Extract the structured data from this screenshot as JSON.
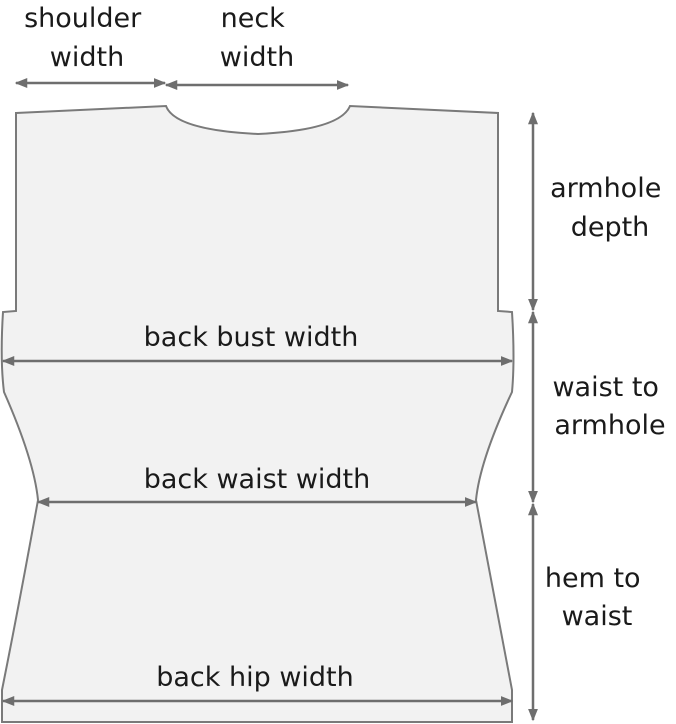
{
  "labels": {
    "shoulder_width": [
      "shoulder",
      "width"
    ],
    "neck_width": [
      "neck",
      "width"
    ],
    "armhole_depth": [
      "armhole",
      "depth"
    ],
    "waist_to_armhole": [
      "waist to",
      "armhole"
    ],
    "hem_to_waist": [
      "hem to",
      "waist"
    ],
    "back_bust_width": "back bust width",
    "back_waist_width": "back waist width",
    "back_hip_width": "back hip width"
  },
  "colors": {
    "fill": "#f2f2f2",
    "outline": "#7a7a7a",
    "arrow": "#6e6e6e",
    "text": "#1a1a1a"
  }
}
